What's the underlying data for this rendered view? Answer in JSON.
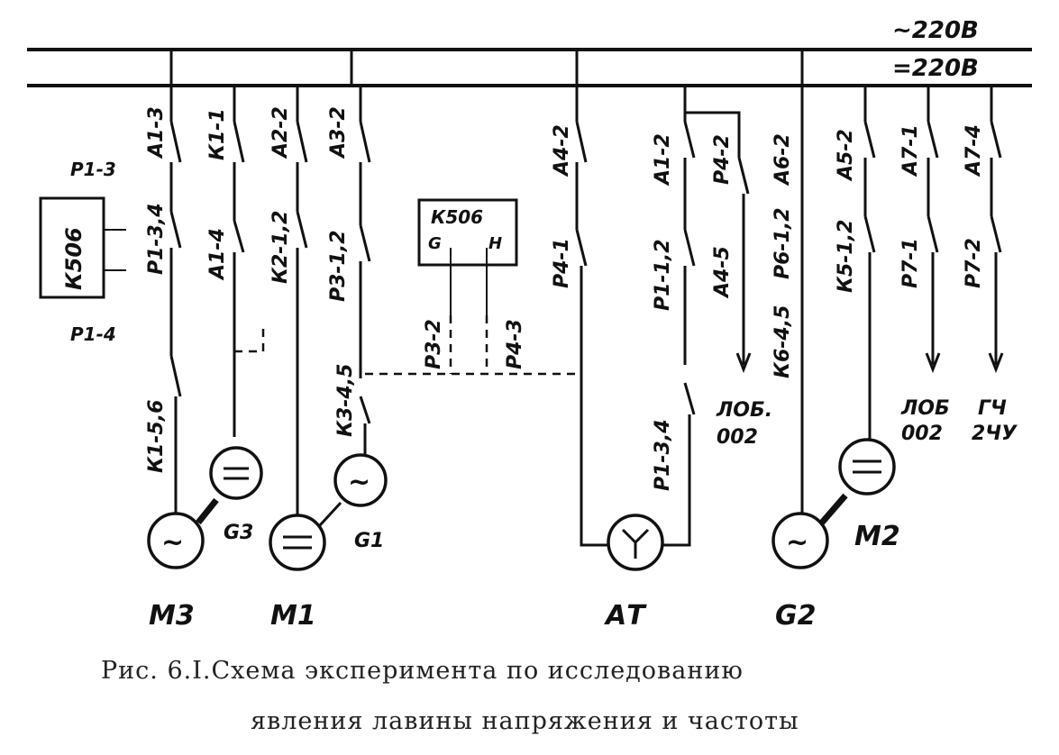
{
  "buses": {
    "ac": "~220В",
    "dc": "=220В"
  },
  "machines": {
    "m3": "М3",
    "g3": "G3",
    "m1": "М1",
    "g1": "G1",
    "at": "АТ",
    "g2": "G2",
    "m2": "М2"
  },
  "boxes": {
    "left": "К506",
    "center": "К506",
    "center_g": "G",
    "center_h": "Н"
  },
  "contacts": {
    "a13": "А1-3",
    "r1341": "Р1-3,4",
    "k11": "К1-1",
    "a14": "А1-4",
    "a22": "А2-2",
    "k212": "К2-1,2",
    "a32": "А3-2",
    "r312": "Р3-1,2",
    "k345": "К3-4,5",
    "k156": "К1-5,6",
    "a42": "А4-2",
    "r41": "Р4-1",
    "a12": "А1-2",
    "r112": "Р1-1,2",
    "r34": "Р1-3,4",
    "r42": "Р4-2",
    "a45": "А4-5",
    "a62": "А6-2",
    "r612": "Р6-1,2",
    "k645": "К6-4,5",
    "a52": "А5-2",
    "k512": "К5-1,2",
    "a71": "А7-1",
    "r71": "Р7-1",
    "a74": "А7-4",
    "r72": "Р7-2",
    "r13": "Р1-3",
    "r14": "Р1-4",
    "r32": "Р3-2",
    "r43": "Р4-3"
  },
  "outputs": {
    "lob1a": "ЛОБ.",
    "lob1b": "002",
    "lob2a": "ЛОБ",
    "lob2b": "002",
    "gh1": "ГЧ",
    "gh2": "2ЧУ"
  },
  "caption": {
    "line1": "Рис. 6.I.Схема эксперимента по исследованию",
    "line2": "явления лавины напряжения и частоты"
  }
}
